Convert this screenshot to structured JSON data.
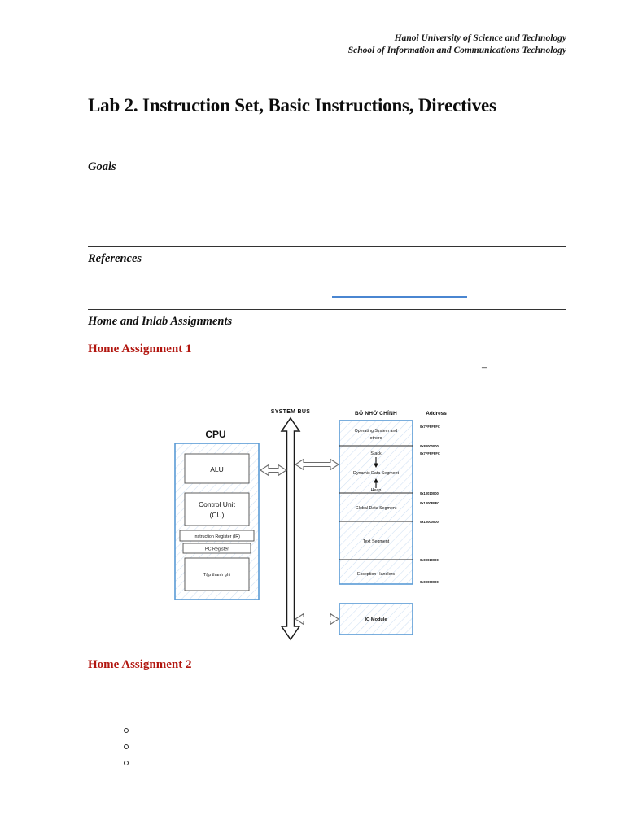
{
  "header": {
    "line1": "Hanoi University of Science and Technology",
    "line2": "School of Information and Communications Technology"
  },
  "title": "Lab 2. Instruction Set, Basic Instructions, Directives",
  "sections": [
    {
      "id": "goals",
      "title": "Goals"
    },
    {
      "id": "references",
      "title": "References"
    },
    {
      "id": "assignments",
      "title": "Home and Inlab Assignments"
    }
  ],
  "assignments": [
    {
      "id": "home-1",
      "title": "Home Assignment 1"
    },
    {
      "id": "home-2",
      "title": "Home Assignment 2"
    }
  ],
  "misc": {
    "dash": "–",
    "link_color": "#4a86d1",
    "heading_color": "#b2160f"
  },
  "bullets": [
    {
      "text": ""
    },
    {
      "text": ""
    },
    {
      "text": ""
    }
  ],
  "diagram": {
    "cpu_label": "CPU",
    "bus_label": "SYSTEM BUS",
    "memory_label": "BỘ NHỚ CHÍNH",
    "address_label": "Address",
    "cpu_blocks": [
      {
        "name": "alu",
        "label": "ALU"
      },
      {
        "name": "control-unit",
        "label": "Control Unit\n(CU)"
      },
      {
        "name": "control-unit-line1",
        "label": "Control Unit"
      },
      {
        "name": "control-unit-line2",
        "label": "(CU)"
      },
      {
        "name": "ir",
        "label": "Instruction Register (IR)"
      },
      {
        "name": "pc",
        "label": "PC Register"
      },
      {
        "name": "regfile",
        "label": "Tập thanh ghi"
      }
    ],
    "memory_segments": [
      {
        "name": "os",
        "line1": "Operating System and",
        "line2": "others"
      },
      {
        "name": "stack",
        "label": "Stack"
      },
      {
        "name": "dynamic",
        "label": "Dynamic Data Segment"
      },
      {
        "name": "heap",
        "label": "Heap"
      },
      {
        "name": "global",
        "label": "Global Data Segment"
      },
      {
        "name": "text",
        "label": "Text Segment"
      },
      {
        "name": "exception",
        "label": "Exception Handlers"
      }
    ],
    "addresses": [
      "0x7FFFFFFC",
      "0x80000000",
      "0x7FFFFFFC",
      "0x10010000",
      "0x1000FFFC",
      "0x10000000",
      "0x00010000",
      "0x00000000"
    ],
    "io_label": "IO Module",
    "accent_color": "#5a9bd5"
  }
}
